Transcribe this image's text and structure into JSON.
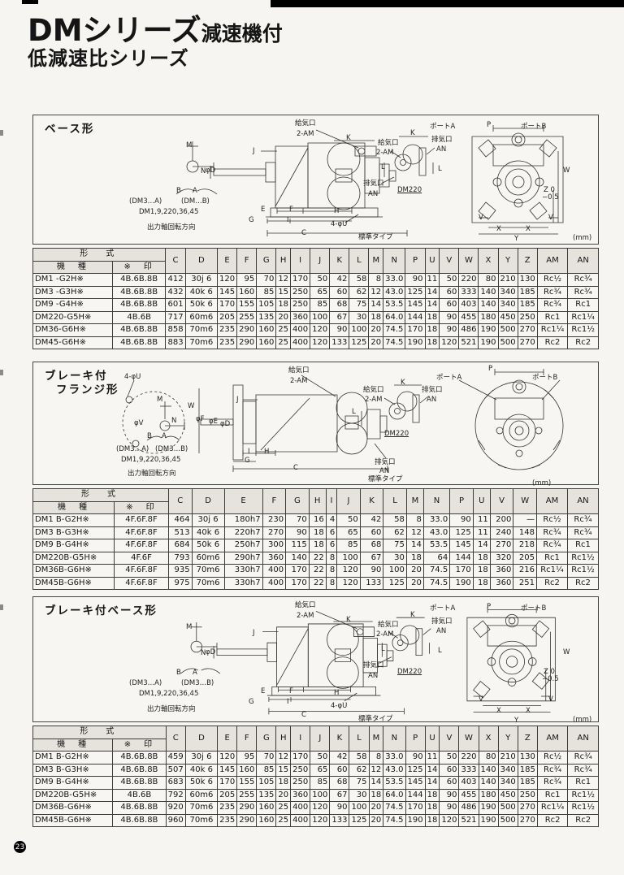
{
  "page": {
    "number": "23"
  },
  "header": {
    "title_main": "DMシリーズ",
    "title_suffix": "減速機付",
    "subtitle": "低減速比シリーズ"
  },
  "table_labels": {
    "group": "形　式",
    "col1": "機　種",
    "col2": "※　印"
  },
  "sections": [
    {
      "title_lines": [
        "ベース形"
      ],
      "drawing": {
        "labels": [
          [
            "M",
            188,
            33
          ],
          [
            "N",
            206,
            65
          ],
          [
            "B",
            176,
            89
          ],
          [
            "A",
            196,
            89
          ],
          [
            "(DM3…A)",
            118,
            102
          ],
          [
            "(DM…B)",
            182,
            102
          ],
          [
            "DM1,9,220,36,45",
            130,
            115
          ],
          [
            "出力軸回転方向",
            140,
            134
          ],
          [
            "φD",
            212,
            64
          ],
          [
            "J",
            270,
            40
          ],
          [
            "給気口",
            322,
            6
          ],
          [
            "2-AM",
            324,
            19
          ],
          [
            "K",
            385,
            24
          ],
          [
            "L",
            428,
            60
          ],
          [
            "排気口",
            406,
            80
          ],
          [
            "AN",
            412,
            93
          ],
          [
            "E",
            280,
            112
          ],
          [
            "F",
            315,
            112
          ],
          [
            "H",
            370,
            114
          ],
          [
            "G",
            265,
            125
          ],
          [
            "I",
            312,
            125
          ],
          [
            "4-φU",
            366,
            130
          ],
          [
            "C",
            330,
            141
          ],
          [
            "標準タイプ",
            400,
            146
          ],
          [
            "給気口",
            424,
            30
          ],
          [
            "2-AM",
            422,
            42
          ],
          [
            "K",
            464,
            18
          ],
          [
            "排気口",
            490,
            26
          ],
          [
            "AN",
            496,
            38
          ],
          [
            "L",
            498,
            62
          ],
          [
            "DM220",
            448,
            88,
            "u"
          ],
          [
            "ポートA",
            488,
            10
          ],
          [
            "P",
            558,
            8
          ],
          [
            "ポートB",
            600,
            10
          ],
          [
            "W",
            652,
            64
          ],
          [
            "Z 0",
            628,
            88
          ],
          [
            "−0.5",
            626,
            97
          ],
          [
            "V",
            548,
            122
          ],
          [
            "X",
            570,
            136
          ],
          [
            "X",
            606,
            136
          ],
          [
            "V",
            634,
            122
          ],
          [
            "Y",
            592,
            148
          ],
          [
            "(mm)",
            664,
            147
          ]
        ]
      }
    },
    {
      "title_lines": [
        "ブレーキ付",
        "フランジ形"
      ],
      "drawing": {
        "labels": [
          [
            "4-φU",
            112,
            14
          ],
          [
            "M",
            152,
            42
          ],
          [
            "N",
            170,
            68
          ],
          [
            "φV",
            124,
            71
          ],
          [
            "B",
            140,
            87
          ],
          [
            "A",
            158,
            87
          ],
          [
            "(DM3…A)",
            102,
            103
          ],
          [
            "(DM3…B)",
            150,
            103
          ],
          [
            "DM1,9,220,36,45",
            108,
            116
          ],
          [
            "出力軸回転方向",
            116,
            133
          ],
          [
            "W",
            190,
            50
          ],
          [
            "φF",
            200,
            66
          ],
          [
            "φE",
            216,
            69
          ],
          [
            "φD",
            230,
            72
          ],
          [
            "J",
            250,
            42
          ],
          [
            "I",
            264,
            106
          ],
          [
            "H",
            284,
            106
          ],
          [
            "G",
            260,
            117
          ],
          [
            "C",
            320,
            126
          ],
          [
            "給気口",
            314,
            6
          ],
          [
            "2-AM",
            316,
            19
          ],
          [
            "K",
            452,
            21
          ],
          [
            "給気口",
            406,
            30
          ],
          [
            "2-AM",
            408,
            42
          ],
          [
            "排気口",
            478,
            30
          ],
          [
            "AN",
            484,
            42
          ],
          [
            "L",
            392,
            57
          ],
          [
            "DM220",
            432,
            84,
            "u"
          ],
          [
            "排気口",
            420,
            119
          ],
          [
            "AN",
            426,
            130
          ],
          [
            "標準タイプ",
            412,
            140
          ],
          [
            "ポートA",
            496,
            15
          ],
          [
            "P",
            560,
            4
          ],
          [
            "ポートB",
            614,
            15
          ],
          [
            "(mm)",
            614,
            145
          ]
        ]
      }
    },
    {
      "title_lines": [
        "ブレーキ付ベース形"
      ],
      "drawing": {
        "labels": [
          [
            "M",
            188,
            33
          ],
          [
            "N",
            206,
            65
          ],
          [
            "B",
            176,
            89
          ],
          [
            "A",
            196,
            89
          ],
          [
            "(DM3…A)",
            118,
            102
          ],
          [
            "(DM3…B)",
            182,
            102
          ],
          [
            "DM1,9,220,36,45",
            130,
            115
          ],
          [
            "出力軸回転方向",
            140,
            134
          ],
          [
            "φD",
            212,
            64
          ],
          [
            "J",
            270,
            40
          ],
          [
            "給気口",
            322,
            6
          ],
          [
            "2-AM",
            324,
            19
          ],
          [
            "K",
            385,
            24
          ],
          [
            "L",
            428,
            60
          ],
          [
            "排気口",
            406,
            80
          ],
          [
            "AN",
            412,
            93
          ],
          [
            "E",
            280,
            112
          ],
          [
            "F",
            315,
            112
          ],
          [
            "H",
            370,
            114
          ],
          [
            "G",
            265,
            125
          ],
          [
            "I",
            312,
            125
          ],
          [
            "4-φU",
            366,
            130
          ],
          [
            "C",
            330,
            141
          ],
          [
            "標準タイプ",
            400,
            146
          ],
          [
            "給気口",
            424,
            30
          ],
          [
            "2-AM",
            422,
            42
          ],
          [
            "K",
            464,
            18
          ],
          [
            "排気口",
            490,
            26
          ],
          [
            "AN",
            496,
            38
          ],
          [
            "L",
            498,
            62
          ],
          [
            "DM220",
            448,
            88,
            "u"
          ],
          [
            "ポートA",
            488,
            10
          ],
          [
            "P",
            558,
            8
          ],
          [
            "ポートB",
            600,
            10
          ],
          [
            "W",
            652,
            64
          ],
          [
            "Z 0",
            628,
            88
          ],
          [
            "−0.5",
            626,
            97
          ],
          [
            "V",
            548,
            122
          ],
          [
            "X",
            570,
            136
          ],
          [
            "X",
            606,
            136
          ],
          [
            "V",
            634,
            122
          ],
          [
            "Y",
            592,
            148
          ],
          [
            "(mm)",
            664,
            147
          ]
        ]
      }
    }
  ],
  "tables": [
    {
      "dims": [
        "C",
        "D",
        "E",
        "F",
        "G",
        "H",
        "I",
        "J",
        "K",
        "L",
        "M",
        "N",
        "P",
        "U",
        "V",
        "W",
        "X",
        "Y",
        "Z",
        "AM",
        "AN"
      ],
      "rows": [
        {
          "model": "DM1 -G2H※",
          "mark": "4B.6B.8B",
          "values": [
            "412",
            "30j 6",
            "120",
            "95",
            "70",
            "12",
            "170",
            "50",
            "42",
            "58",
            "8",
            "33.0",
            "90",
            "11",
            "50",
            "220",
            "80",
            "210",
            "130",
            "Rc½",
            "Rc¾"
          ]
        },
        {
          "model": "DM3 -G3H※",
          "mark": "4B.6B.8B",
          "values": [
            "432",
            "40k 6",
            "145",
            "160",
            "85",
            "15",
            "250",
            "65",
            "60",
            "62",
            "12",
            "43.0",
            "125",
            "14",
            "60",
            "333",
            "140",
            "340",
            "185",
            "Rc¾",
            "Rc¾"
          ]
        },
        {
          "model": "DM9 -G4H※",
          "mark": "4B.6B.8B",
          "values": [
            "601",
            "50k 6",
            "170",
            "155",
            "105",
            "18",
            "250",
            "85",
            "68",
            "75",
            "14",
            "53.5",
            "145",
            "14",
            "60",
            "403",
            "140",
            "340",
            "185",
            "Rc¾",
            "Rc1"
          ]
        },
        {
          "model": "DM220-G5H※",
          "mark": "4B.6B",
          "values": [
            "717",
            "60m6",
            "205",
            "255",
            "135",
            "20",
            "360",
            "100",
            "67",
            "30",
            "18",
            "64.0",
            "144",
            "18",
            "90",
            "455",
            "180",
            "450",
            "250",
            "Rc1",
            "Rc1¼"
          ]
        },
        {
          "model": "DM36-G6H※",
          "mark": "4B.6B.8B",
          "values": [
            "858",
            "70m6",
            "235",
            "290",
            "160",
            "25",
            "400",
            "120",
            "90",
            "100",
            "20",
            "74.5",
            "170",
            "18",
            "90",
            "486",
            "190",
            "500",
            "270",
            "Rc1¼",
            "Rc1½"
          ]
        },
        {
          "model": "DM45-G6H※",
          "mark": "4B.6B.8B",
          "values": [
            "883",
            "70m6",
            "235",
            "290",
            "160",
            "25",
            "400",
            "120",
            "133",
            "125",
            "20",
            "74.5",
            "190",
            "18",
            "120",
            "521",
            "190",
            "500",
            "270",
            "Rc2",
            "Rc2"
          ]
        }
      ]
    },
    {
      "dims": [
        "C",
        "D",
        "E",
        "F",
        "G",
        "H",
        "I",
        "J",
        "K",
        "L",
        "M",
        "N",
        "P",
        "U",
        "V",
        "W",
        "AM",
        "AN"
      ],
      "rows": [
        {
          "model": "DM1 B-G2H※",
          "mark": "4F.6F.8F",
          "values": [
            "464",
            "30j 6",
            "180h7",
            "230",
            "70",
            "16",
            "4",
            "50",
            "42",
            "58",
            "8",
            "33.0",
            "90",
            "11",
            "200",
            "—",
            "Rc½",
            "Rc¾"
          ]
        },
        {
          "model": "DM3 B-G3H※",
          "mark": "4F.6F.8F",
          "values": [
            "513",
            "40k 6",
            "220h7",
            "270",
            "90",
            "18",
            "6",
            "65",
            "60",
            "62",
            "12",
            "43.0",
            "125",
            "11",
            "240",
            "148",
            "Rc¾",
            "Rc¾"
          ]
        },
        {
          "model": "DM9 B-G4H※",
          "mark": "4F.6F.8F",
          "values": [
            "684",
            "50k 6",
            "250h7",
            "300",
            "115",
            "18",
            "6",
            "85",
            "68",
            "75",
            "14",
            "53.5",
            "145",
            "14",
            "270",
            "218",
            "Rc¾",
            "Rc1"
          ]
        },
        {
          "model": "DM220B-G5H※",
          "mark": "4F.6F",
          "values": [
            "793",
            "60m6",
            "290h7",
            "360",
            "140",
            "22",
            "8",
            "100",
            "67",
            "30",
            "18",
            "64",
            "144",
            "18",
            "320",
            "205",
            "Rc1",
            "Rc1½"
          ]
        },
        {
          "model": "DM36B-G6H※",
          "mark": "4F.6F.8F",
          "values": [
            "935",
            "70m6",
            "330h7",
            "400",
            "170",
            "22",
            "8",
            "120",
            "90",
            "100",
            "20",
            "74.5",
            "170",
            "18",
            "360",
            "216",
            "Rc1¼",
            "Rc1½"
          ]
        },
        {
          "model": "DM45B-G6H※",
          "mark": "4F.6F.8F",
          "values": [
            "975",
            "70m6",
            "330h7",
            "400",
            "170",
            "22",
            "8",
            "120",
            "133",
            "125",
            "20",
            "74.5",
            "190",
            "18",
            "360",
            "251",
            "Rc2",
            "Rc2"
          ]
        }
      ]
    },
    {
      "dims": [
        "C",
        "D",
        "E",
        "F",
        "G",
        "H",
        "I",
        "J",
        "K",
        "L",
        "M",
        "N",
        "P",
        "U",
        "V",
        "W",
        "X",
        "Y",
        "Z",
        "AM",
        "AN"
      ],
      "rows": [
        {
          "model": "DM1 B-G2H※",
          "mark": "4B.6B.8B",
          "values": [
            "459",
            "30j 6",
            "120",
            "95",
            "70",
            "12",
            "170",
            "50",
            "42",
            "58",
            "8",
            "33.0",
            "90",
            "11",
            "50",
            "220",
            "80",
            "210",
            "130",
            "Rc½",
            "Rc¾"
          ]
        },
        {
          "model": "DM3 B-G3H※",
          "mark": "4B.6B.8B",
          "values": [
            "507",
            "40k 6",
            "145",
            "160",
            "85",
            "15",
            "250",
            "65",
            "60",
            "62",
            "12",
            "43.0",
            "125",
            "14",
            "60",
            "333",
            "140",
            "340",
            "185",
            "Rc¾",
            "Rc¾"
          ]
        },
        {
          "model": "DM9 B-G4H※",
          "mark": "4B.6B.8B",
          "values": [
            "683",
            "50k 6",
            "170",
            "155",
            "105",
            "18",
            "250",
            "85",
            "68",
            "75",
            "14",
            "53.5",
            "145",
            "14",
            "60",
            "403",
            "140",
            "340",
            "185",
            "Rc¾",
            "Rc1"
          ]
        },
        {
          "model": "DM220B-G5H※",
          "mark": "4B.6B",
          "values": [
            "792",
            "60m6",
            "205",
            "255",
            "135",
            "20",
            "360",
            "100",
            "67",
            "30",
            "18",
            "64.0",
            "144",
            "18",
            "90",
            "455",
            "180",
            "450",
            "250",
            "Rc1",
            "Rc1½"
          ]
        },
        {
          "model": "DM36B-G6H※",
          "mark": "4B.6B.8B",
          "values": [
            "920",
            "70m6",
            "235",
            "290",
            "160",
            "25",
            "400",
            "120",
            "90",
            "100",
            "20",
            "74.5",
            "170",
            "18",
            "90",
            "486",
            "190",
            "500",
            "270",
            "Rc1¼",
            "Rc1½"
          ]
        },
        {
          "model": "DM45B-G6H※",
          "mark": "4B.6B.8B",
          "values": [
            "960",
            "70m6",
            "235",
            "290",
            "160",
            "25",
            "400",
            "120",
            "133",
            "125",
            "20",
            "74.5",
            "190",
            "18",
            "120",
            "521",
            "190",
            "500",
            "270",
            "Rc2",
            "Rc2"
          ]
        }
      ]
    }
  ]
}
